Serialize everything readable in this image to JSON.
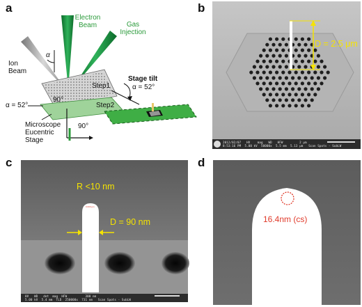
{
  "panel_letters": {
    "a": "a",
    "b": "b",
    "c": "c",
    "d": "d"
  },
  "panel_a": {
    "electron_beam": "Electron Beam",
    "gas_injection": "Gas Injection",
    "ion_beam": "Ion Beam",
    "alpha_symbol": "α",
    "step1": "Step1",
    "step2": "Step2",
    "angle_90_top": "90°",
    "angle_90_bottom": "90°",
    "alpha_52": "α = 52°",
    "stage_tilt": "Stage tilt",
    "stage_tilt_value": "α = 52°",
    "microscope_line1": "Microscope",
    "microscope_line2": "Eucentric",
    "microscope_line3": "Stage"
  },
  "panel_b": {
    "measurement": "D = 2.5 μm",
    "databar": "2012/02/07   HV    mag   WD   HFW         2 μm\n8:53:16 PM  5.00 kV  50000x  5.5 mm  5.13 μm   Scan Spots - SubLW"
  },
  "panel_c": {
    "radius": "R <10 nm",
    "diameter": "D = 90 nm",
    "databar": "HV   WD   det  mag  HFW          300 nm\n5.00 kV  5.4 mm  TLD  250000x  731 nm   Scan Spots - SubLW"
  },
  "panel_d": {
    "radius": "16.4nm (cs)"
  },
  "colors": {
    "green": "#2a9a3a",
    "yellow": "#f5e300",
    "red": "#e03a2a"
  }
}
